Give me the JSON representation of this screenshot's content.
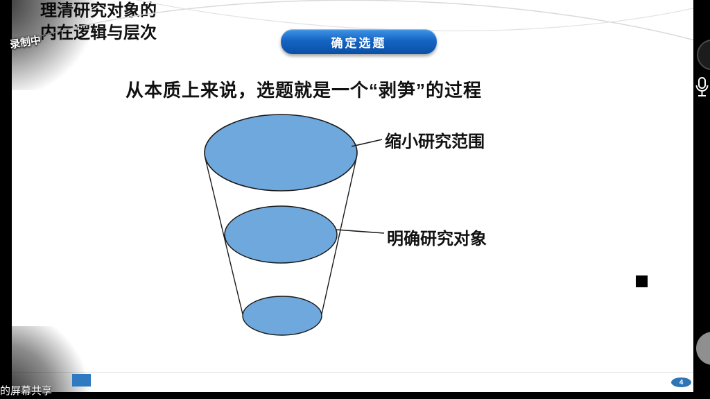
{
  "meeting": {
    "recording_label": "录制中",
    "screen_share_label": "的屏幕共享",
    "mic_icon": "microphone-icon",
    "participant_video_top": "participant-video-thumbnail",
    "participant_video_bottom": "participant-video-thumbnail"
  },
  "slide": {
    "header_pill": "确定选题",
    "title": "从本质上来说，选题就是一个“剥笋”的过程",
    "funnel": {
      "label_top": "缩小研究范围",
      "label_middle": "明确研究对象",
      "label_bottom_line1": "理清研究对象的",
      "label_bottom_line2": "内在逻辑与层次"
    },
    "page_number": "4"
  },
  "colors": {
    "funnel_fill": "#6fa8dc",
    "funnel_stroke": "#1a1a1a",
    "pill_blue_top": "#4095e5",
    "pill_blue_bottom": "#0b4fa5",
    "page_badge_blue": "#2e75b6",
    "share_square_blue": "#2f7ac0"
  }
}
